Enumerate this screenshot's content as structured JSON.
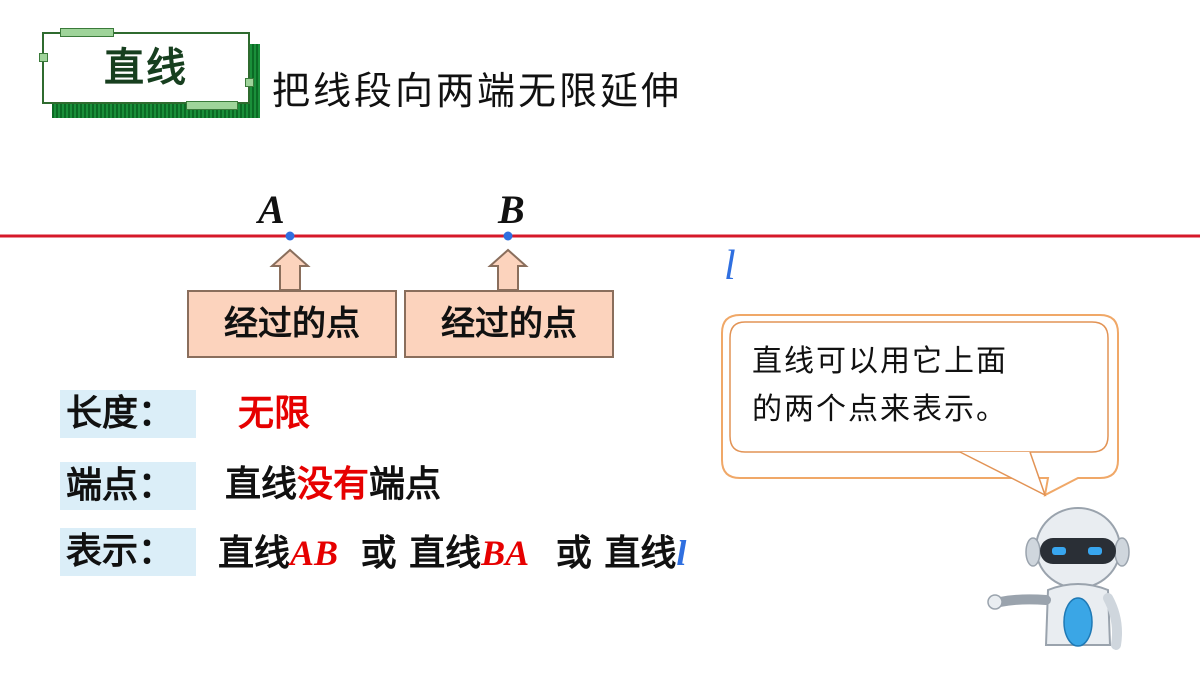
{
  "title": "直线",
  "subtitle": "把线段向两端无限延伸",
  "points": {
    "a": "A",
    "b": "B"
  },
  "line_label": "l",
  "callouts": {
    "a": "经过的点",
    "b": "经过的点"
  },
  "rows": {
    "length": {
      "key": "长度：",
      "value": "无限"
    },
    "endpoint": {
      "key": "端点：",
      "pre": "直线",
      "emph": "没有",
      "post": "端点"
    },
    "notation": {
      "key": "表示：",
      "w1": "直线",
      "n1": "AB",
      "or1": "或",
      "w2": "直线",
      "n2": "BA",
      "or2": "或",
      "w3": "直线",
      "n3": "l"
    }
  },
  "bubble": {
    "line1": "直线可以用它上面",
    "line2": "的两个点来表示。"
  },
  "colors": {
    "line": "#d6182a",
    "point": "#2f6fe0",
    "emphasis": "#e60000",
    "badge": "#0f7a2e",
    "bubble_border": "#f0a868"
  }
}
